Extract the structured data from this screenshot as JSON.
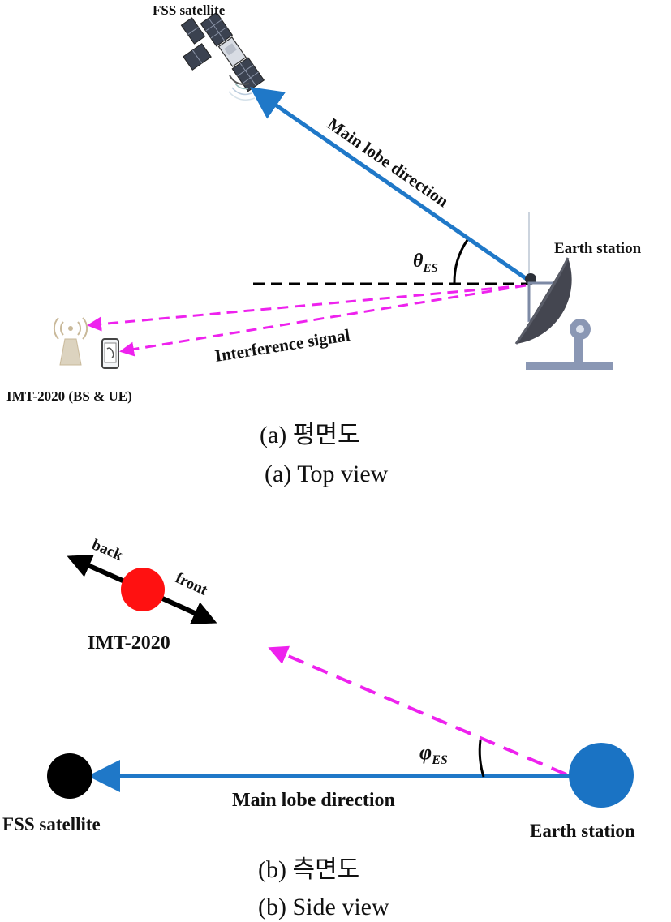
{
  "top_view": {
    "satellite_label": "FSS satellite",
    "main_lobe_label": "Main lobe direction",
    "angle_symbol": "θ",
    "angle_subscript": "ES",
    "earth_station_label": "Earth station",
    "interference_label": "Interference signal",
    "imt_label": "IMT-2020 (BS & UE)",
    "caption_korean": "(a)  평면도",
    "caption_english": "(a)  Top view"
  },
  "side_view": {
    "back_label": "back",
    "front_label": "front",
    "imt_label": "IMT-2020",
    "angle_symbol": "φ",
    "angle_subscript": "ES",
    "main_lobe_label": "Main lobe direction",
    "satellite_label": "FSS satellite",
    "earth_station_label": "Earth station",
    "caption_korean": "(b)  측면도",
    "caption_english": "(b)  Side view"
  },
  "colors": {
    "main_lobe": "#1f78c8",
    "interference": "#ee22ee",
    "imt_node": "#ff1111",
    "earth_station_node": "#1a73c4",
    "satellite_node": "#000000",
    "dish": "#4a4a55",
    "dish_stand": "#8a97b4",
    "bs_tower": "#c9b99a"
  }
}
